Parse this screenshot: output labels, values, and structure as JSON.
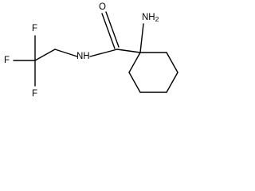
{
  "molecule": {
    "atoms": {
      "o": {
        "label": "O"
      },
      "nh2": {
        "label": "NH2"
      },
      "nh": {
        "label": "NH"
      },
      "f1": {
        "label": "F"
      },
      "f2": {
        "label": "F"
      },
      "f3": {
        "label": "F"
      }
    },
    "colors": {
      "bond": "#000000",
      "label": "#000000",
      "background": "#ffffff"
    }
  }
}
